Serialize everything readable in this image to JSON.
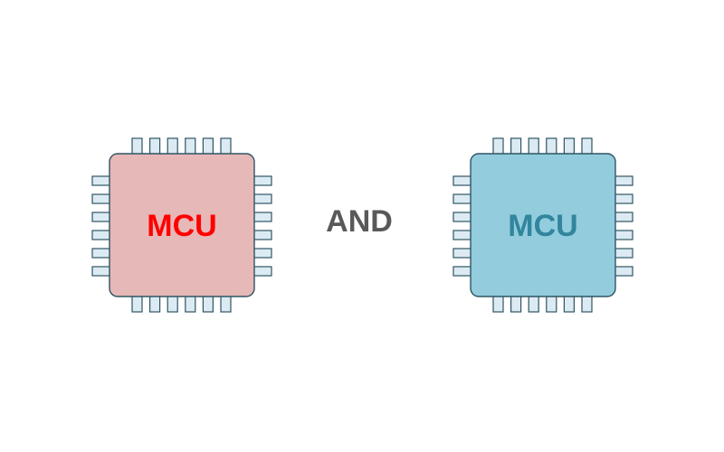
{
  "chips": [
    {
      "label": "MCU",
      "body_color": "#e6b8b7",
      "label_color": "#ff0000",
      "outline_color": "#2f5564",
      "pin_color": "#dcebf3"
    },
    {
      "label": "MCU",
      "body_color": "#93cddd",
      "label_color": "#31859c",
      "outline_color": "#2f5564",
      "pin_color": "#dcebf3"
    }
  ],
  "connector": {
    "text": "AND",
    "color": "#595959"
  },
  "pins_per_side": 6
}
